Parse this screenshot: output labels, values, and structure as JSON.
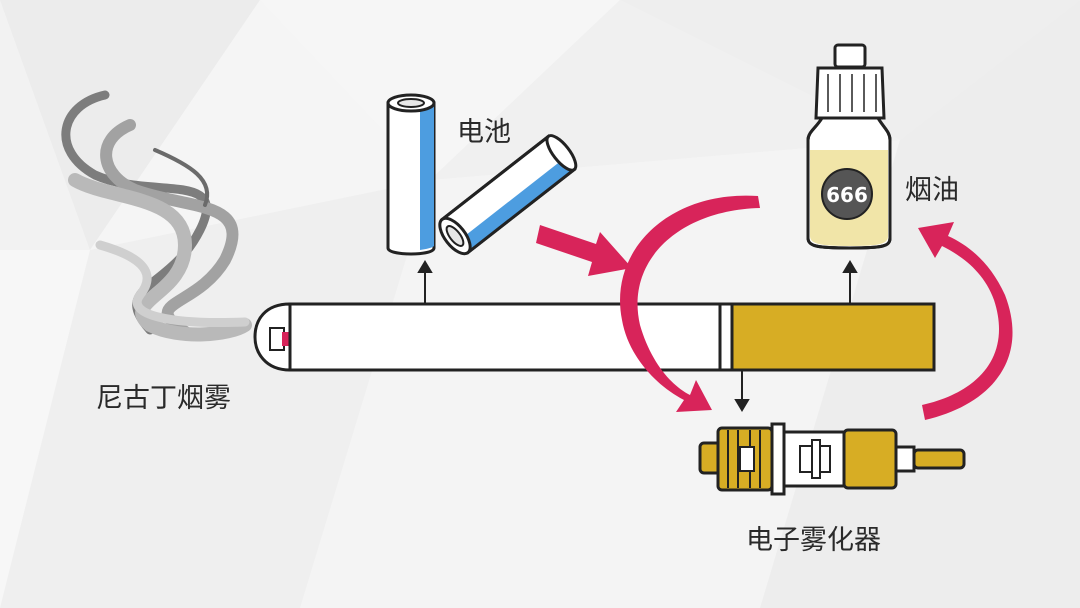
{
  "labels": {
    "smoke": "尼古丁烟雾",
    "battery": "电池",
    "eliquid": "烟油",
    "atomizer": "电子雾化器"
  },
  "bottle_badge": "666",
  "colors": {
    "accent_red": "#d8245a",
    "tank_gold": "#d7ad24",
    "battery_blue": "#4d9de0",
    "smoke_gray": "#8e8e8e"
  }
}
